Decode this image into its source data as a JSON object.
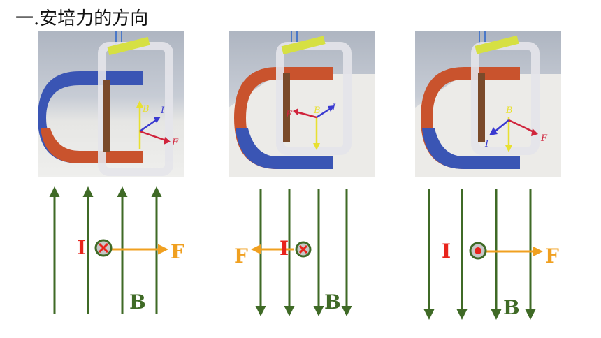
{
  "title": "一.安培力的方向",
  "photos": [
    {
      "labels": {
        "I": "I",
        "B": "B",
        "F": "F"
      },
      "magnet_top": "#3a55b4",
      "magnet_bottom": "#c9532d"
    },
    {
      "labels": {
        "I": "I",
        "B": "B",
        "F": "F"
      },
      "magnet_top": "#c9532d",
      "magnet_bottom": "#3a55b4"
    },
    {
      "labels": {
        "I": "I",
        "B": "B",
        "F": "F"
      },
      "magnet_top": "#c9532d",
      "magnet_bottom": "#3a55b4"
    }
  ],
  "diagrams": [
    {
      "current_label": "I",
      "force_label": "F",
      "field_label": "B",
      "field_direction": "up",
      "current_symbol": "into-page",
      "force_direction": "right"
    },
    {
      "current_label": "I",
      "force_label": "F",
      "field_label": "B",
      "field_direction": "down",
      "current_symbol": "into-page",
      "force_direction": "left"
    },
    {
      "current_label": "I",
      "force_label": "F",
      "field_label": "B",
      "field_direction": "down",
      "current_symbol": "out-of-page",
      "force_direction": "right"
    }
  ],
  "colors": {
    "field_line": "#3f6a26",
    "current_label": "#e8241c",
    "force": "#f0a020",
    "field_label": "#3f6a26",
    "conductor_ring": "#3f6a26",
    "conductor_fill": "#c7c7c7",
    "conductor_mark": "#e8241c",
    "photo_B": "#e8e030",
    "photo_I": "#3a3ad0",
    "photo_F": "#d0243c"
  }
}
